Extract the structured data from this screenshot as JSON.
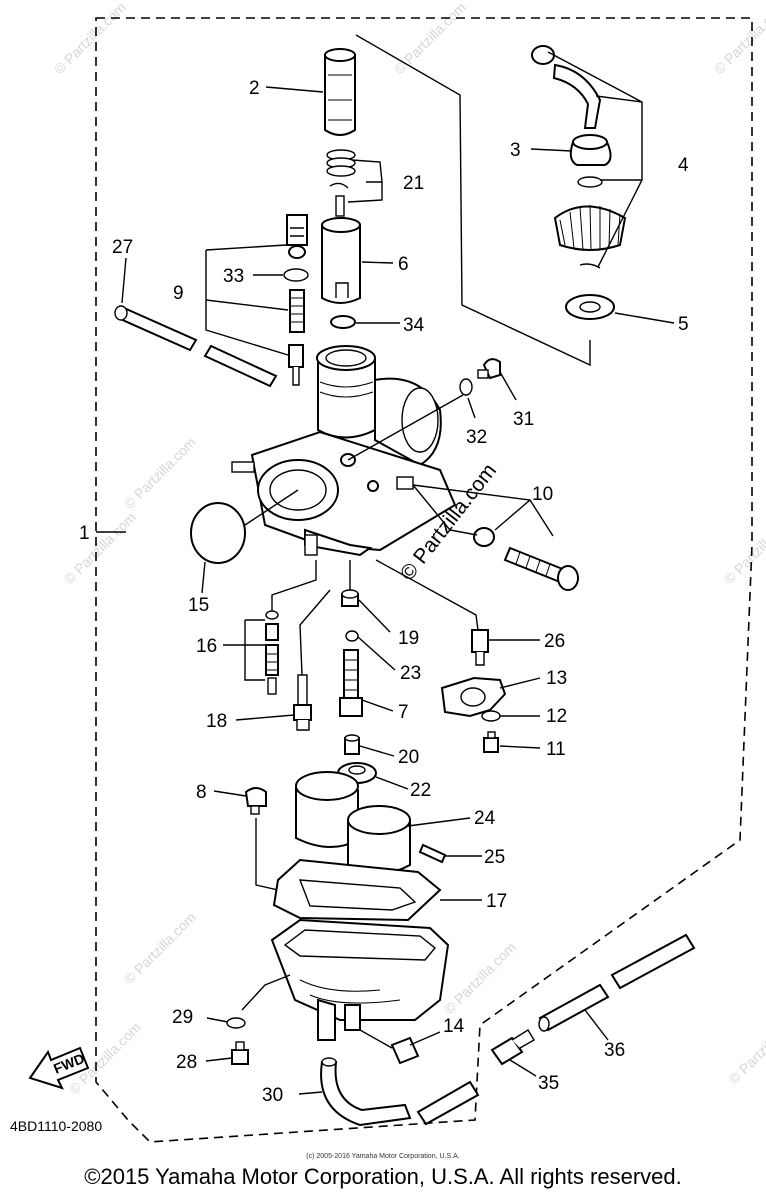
{
  "diagram_code": "4BD1110-2080",
  "fwd_label": "FWD",
  "watermark": "© Partzilla.com",
  "small_copyright": "(c) 2005-2016 Yamaha Motor Corporation, U.S.A.",
  "footer_copyright": "©2015 Yamaha Motor Corporation, U.S.A. All rights reserved.",
  "callouts": {
    "c1": "1",
    "c2": "2",
    "c3": "3",
    "c4": "4",
    "c5": "5",
    "c6": "6",
    "c7": "7",
    "c8": "8",
    "c9": "9",
    "c10": "10",
    "c11": "11",
    "c12": "12",
    "c13": "13",
    "c14": "14",
    "c15": "15",
    "c16": "16",
    "c17": "17",
    "c18": "18",
    "c19": "19",
    "c20": "20",
    "c21": "21",
    "c22": "22",
    "c23": "23",
    "c24": "24",
    "c25": "25",
    "c26": "26",
    "c27": "27",
    "c28": "28",
    "c29": "29",
    "c30": "30",
    "c31": "31",
    "c32": "32",
    "c33": "33",
    "c34": "34",
    "c35": "35",
    "c36": "36"
  }
}
